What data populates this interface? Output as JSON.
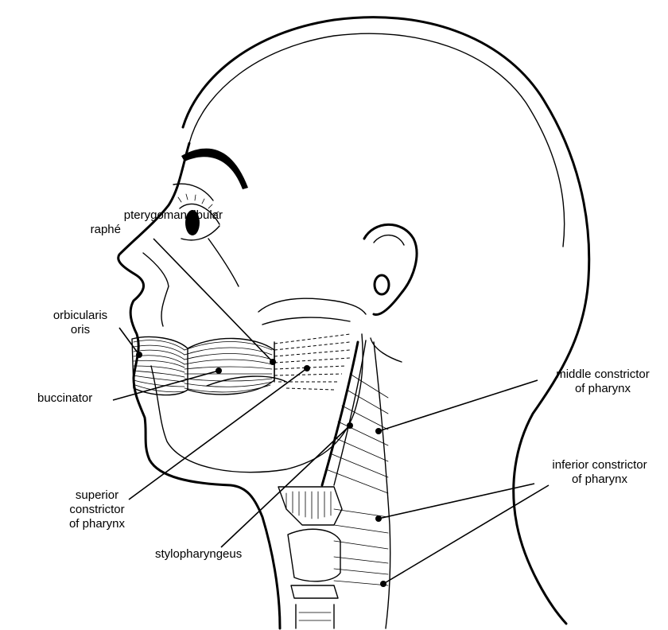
{
  "labels": {
    "pterygomandibular_raphe": [
      "pterygomandibular",
      "raphé"
    ],
    "orbicularis_oris": [
      "orbicularis",
      "oris"
    ],
    "buccinator": [
      "buccinator"
    ],
    "superior_constrictor": [
      "superior",
      "constrictor",
      "of pharynx"
    ],
    "stylopharyngeus": [
      "stylopharyngeus"
    ],
    "middle_constrictor": [
      "middle constrictor",
      "of pharynx"
    ],
    "inferior_constrictor": [
      "inferior constrictor",
      "of pharynx"
    ]
  },
  "colors": {
    "line": "#000000",
    "background": "#ffffff"
  }
}
